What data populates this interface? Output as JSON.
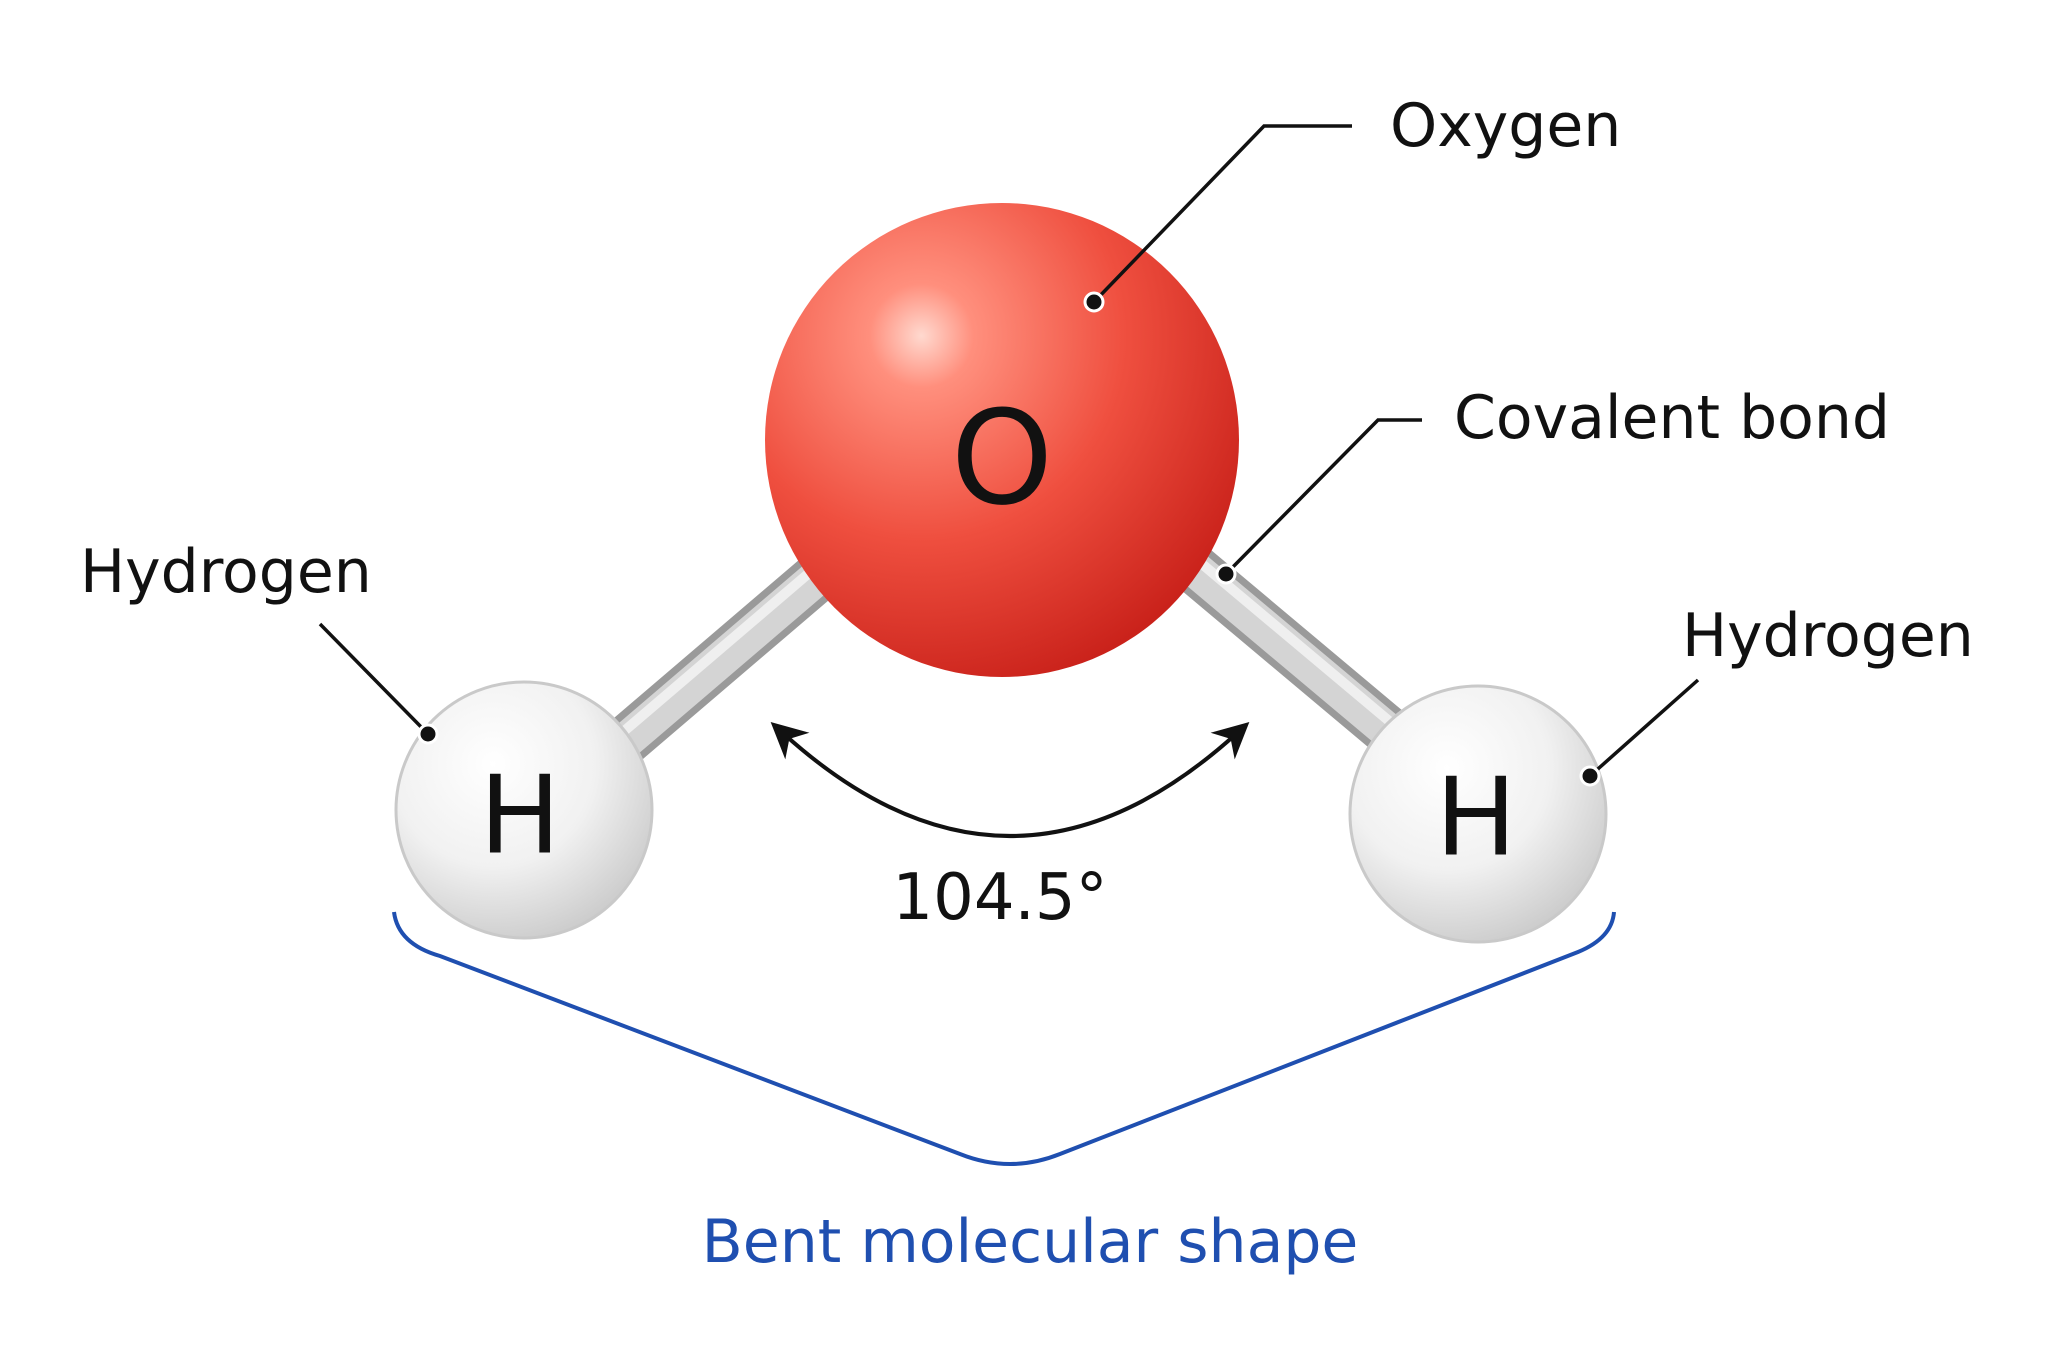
{
  "atoms": {
    "oxygen": {
      "symbol": "O",
      "label": "Oxygen",
      "color": "#e8473a"
    },
    "hydrogen_left": {
      "symbol": "H",
      "label": "Hydrogen",
      "color": "#e9e9e9"
    },
    "hydrogen_right": {
      "symbol": "H",
      "label": "Hydrogen",
      "color": "#e9e9e9"
    }
  },
  "bond": {
    "label": "Covalent bond",
    "color": "#c8c8c8"
  },
  "angle": {
    "label": "104.5°",
    "degrees": 104.5
  },
  "shape": {
    "label": "Bent molecular shape",
    "color": "#1f4fb0"
  }
}
